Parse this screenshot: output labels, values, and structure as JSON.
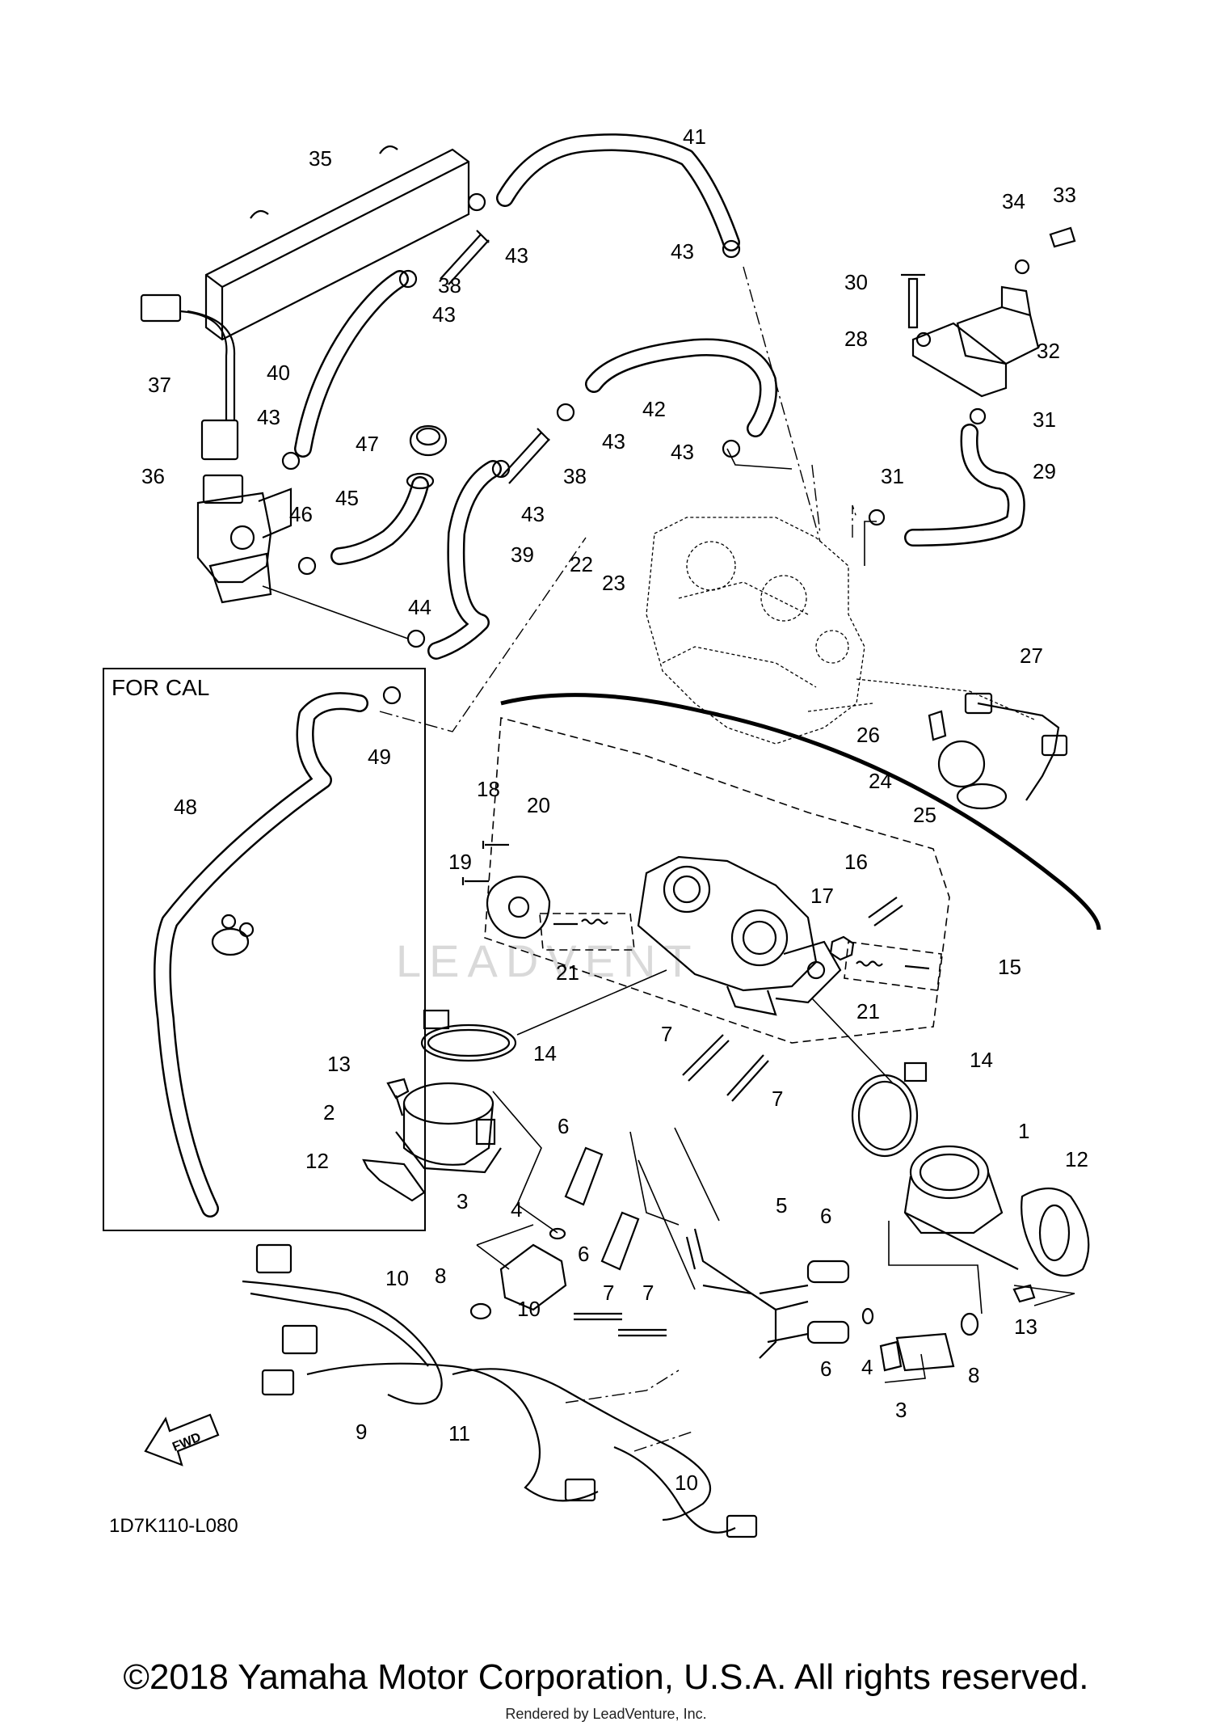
{
  "diagram": {
    "for_cal_label": "FOR CAL",
    "fwd_label": "FWD",
    "drawing_code": "1D7K110-L080",
    "watermark": "LEADVENT",
    "callouts": [
      "1",
      "2",
      "3",
      "3",
      "4",
      "4",
      "5",
      "6",
      "6",
      "6",
      "6",
      "7",
      "7",
      "7",
      "7",
      "8",
      "8",
      "9",
      "10",
      "10",
      "10",
      "11",
      "12",
      "12",
      "13",
      "13",
      "14",
      "14",
      "15",
      "16",
      "17",
      "18",
      "19",
      "20",
      "21",
      "21",
      "22",
      "23",
      "24",
      "25",
      "26",
      "27",
      "28",
      "29",
      "30",
      "31",
      "31",
      "32",
      "33",
      "34",
      "35",
      "36",
      "37",
      "38",
      "38",
      "39",
      "40",
      "41",
      "42",
      "43",
      "43",
      "43",
      "43",
      "43",
      "43",
      "43",
      "44",
      "45",
      "46",
      "47",
      "48",
      "49"
    ]
  },
  "footer": {
    "copyright": "©2018 Yamaha Motor Corporation, U.S.A. All rights reserved.",
    "rendered_by": "Rendered by LeadVenture, Inc."
  }
}
